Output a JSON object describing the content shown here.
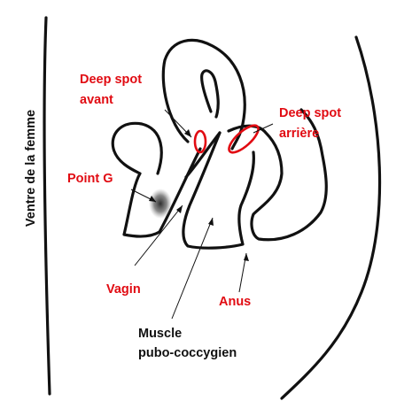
{
  "labels": {
    "side_axis": "Ventre de la femme",
    "deep_spot_front_line1": "Deep spot",
    "deep_spot_front_line2": "avant",
    "deep_spot_back_line1": "Deep spot",
    "deep_spot_back_line2": "arrière",
    "g_spot": "Point G",
    "vagina": "Vagin",
    "anus": "Anus",
    "muscle_line1": "Muscle",
    "muscle_line2": "pubo-coccygien"
  },
  "colors": {
    "highlight": "#e10b12",
    "ink": "#111111",
    "background": "#ffffff"
  }
}
